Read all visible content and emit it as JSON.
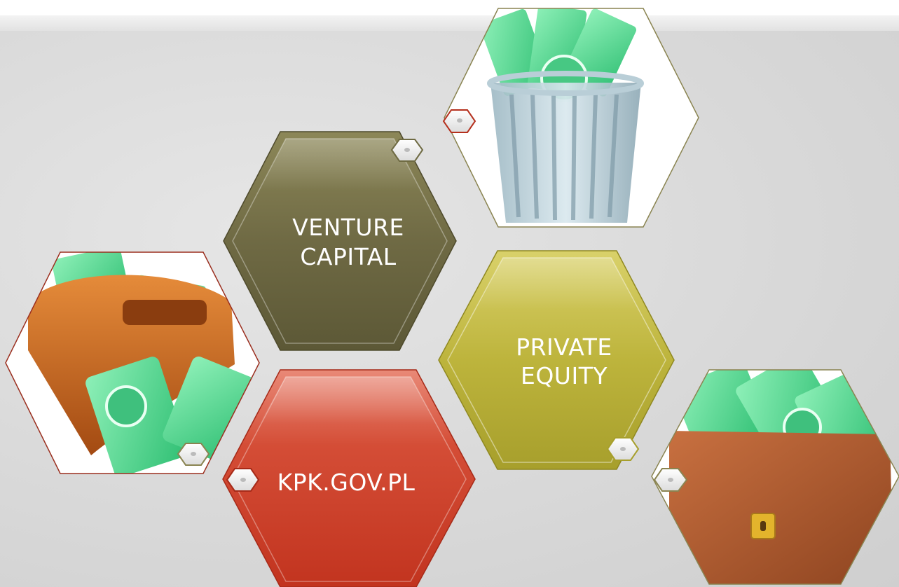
{
  "slide": {
    "venture_label_line1": "VENTURE",
    "venture_label_line2": "CAPITAL",
    "private_label_line1": "PRIVATE",
    "private_label_line2": "EQUITY",
    "kpk_label": "KPK.GOV.PL"
  },
  "pictures": {
    "wallet": "wallet-with-money-icon",
    "trash": "trash-can-with-money-icon",
    "briefcase": "briefcase-with-money-icon"
  },
  "colors": {
    "venture_fill": "#6e6a42",
    "private_fill": "#bcb43a",
    "kpk_fill": "#d1432f",
    "money_green": "#54d58f",
    "wallet_brown": "#c0641e",
    "briefcase_brown": "#a9582e"
  }
}
